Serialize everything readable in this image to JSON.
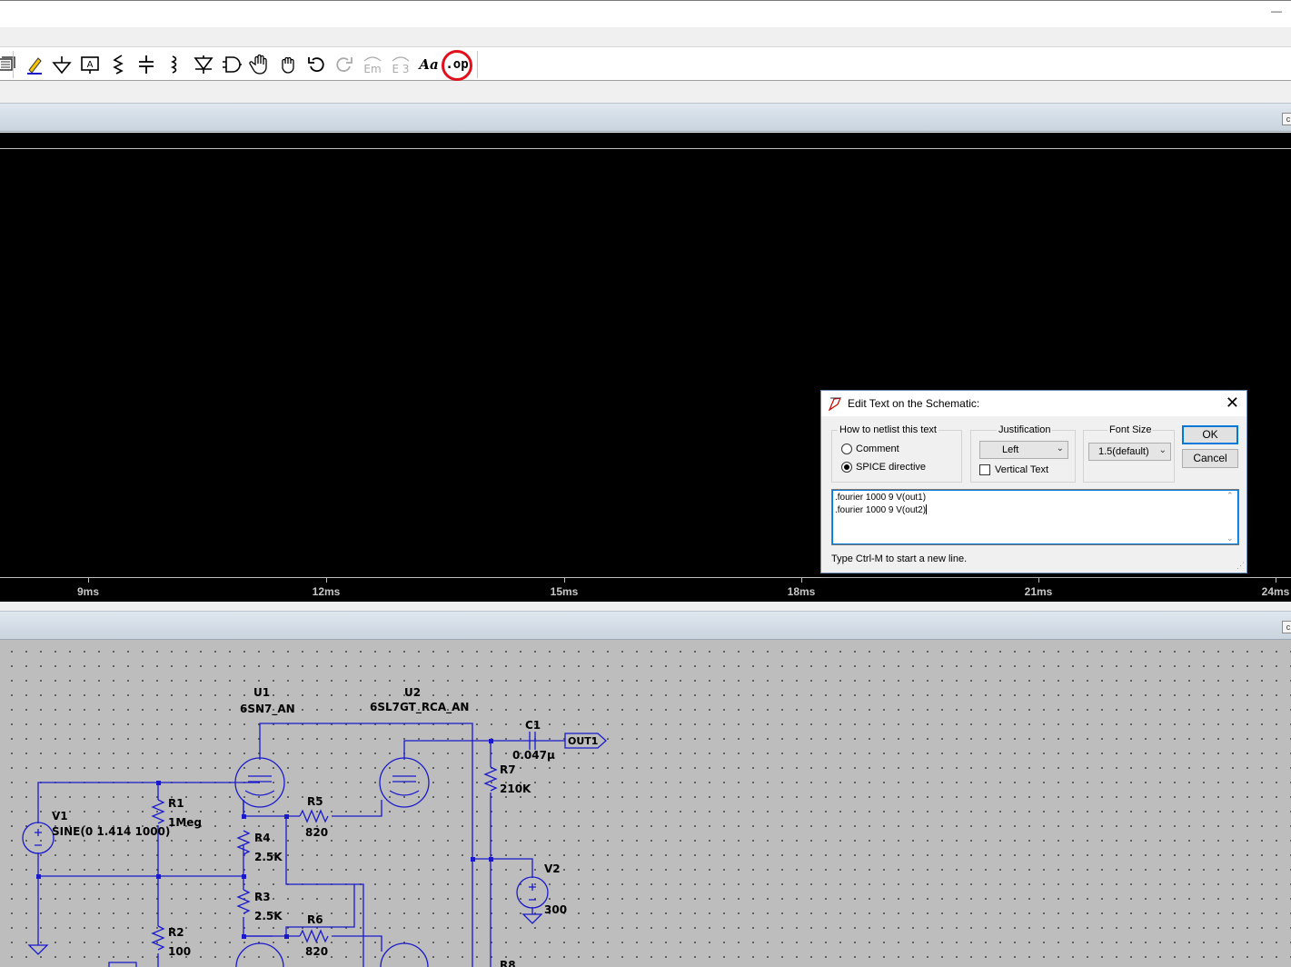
{
  "window": {
    "minimize_glyph": "—"
  },
  "toolbar": {
    "icons": [
      "stack-icon",
      "pencil-icon",
      "ground-icon",
      "label-net-icon",
      "resistor-icon",
      "capacitor-icon",
      "inductor-icon",
      "diode-icon",
      "component-icon",
      "move-hand-icon",
      "drag-hand-icon",
      "undo-icon",
      "redo-icon",
      "rotate-icon",
      "mirror-icon",
      "text-icon",
      "spice-directive-icon"
    ],
    "text_tool": "Aa",
    "directive_tool": ".op",
    "highlight_color": "#e0101c"
  },
  "waveform": {
    "background": "#000000",
    "x_ticks": [
      "9ms",
      "12ms",
      "15ms",
      "18ms",
      "21ms",
      "24ms"
    ]
  },
  "schematic": {
    "wire_color": "#1a1acc",
    "components": {
      "u1_ref": "U1",
      "u1_value": "6SN7_AN",
      "u2_ref": "U2",
      "u2_value": "6SL7GT_RCA_AN",
      "c1_ref": "C1",
      "c1_value": "0.047µ",
      "out1": "OUT1",
      "r7_ref": "R7",
      "r7_value": "210K",
      "v1_ref": "V1",
      "v1_value": "SINE(0 1.414 1000)",
      "r1_ref": "R1",
      "r1_value": "1Meg",
      "r5_ref": "R5",
      "r5_value": "820",
      "r4_ref": "R4",
      "r4_value": "2.5K",
      "v2_ref": "V2",
      "v2_value": "300",
      "r3_ref": "R3",
      "r3_value": "2.5K",
      "r6_ref": "R6",
      "r6_value": "820",
      "r2_ref": "R2",
      "r2_value": "100",
      "r8_ref": "R8"
    }
  },
  "dialog": {
    "title": "Edit Text on the Schematic:",
    "close": "✕",
    "netlist_group": "How to netlist this text",
    "comment_label": "Comment",
    "spice_label": "SPICE directive",
    "selected_mode": "SPICE directive",
    "justification_group": "Justification",
    "justification_value": "Left",
    "vertical_text_label": "Vertical Text",
    "vertical_text_checked": false,
    "font_size_group": "Font Size",
    "font_size_value": "1.5(default)",
    "ok_label": "OK",
    "cancel_label": "Cancel",
    "text_lines": [
      ".fourier 1000 9 V(out1)",
      ".fourier 1000 9 V(out2)"
    ],
    "hint": "Type Ctrl-M to start a new line."
  }
}
